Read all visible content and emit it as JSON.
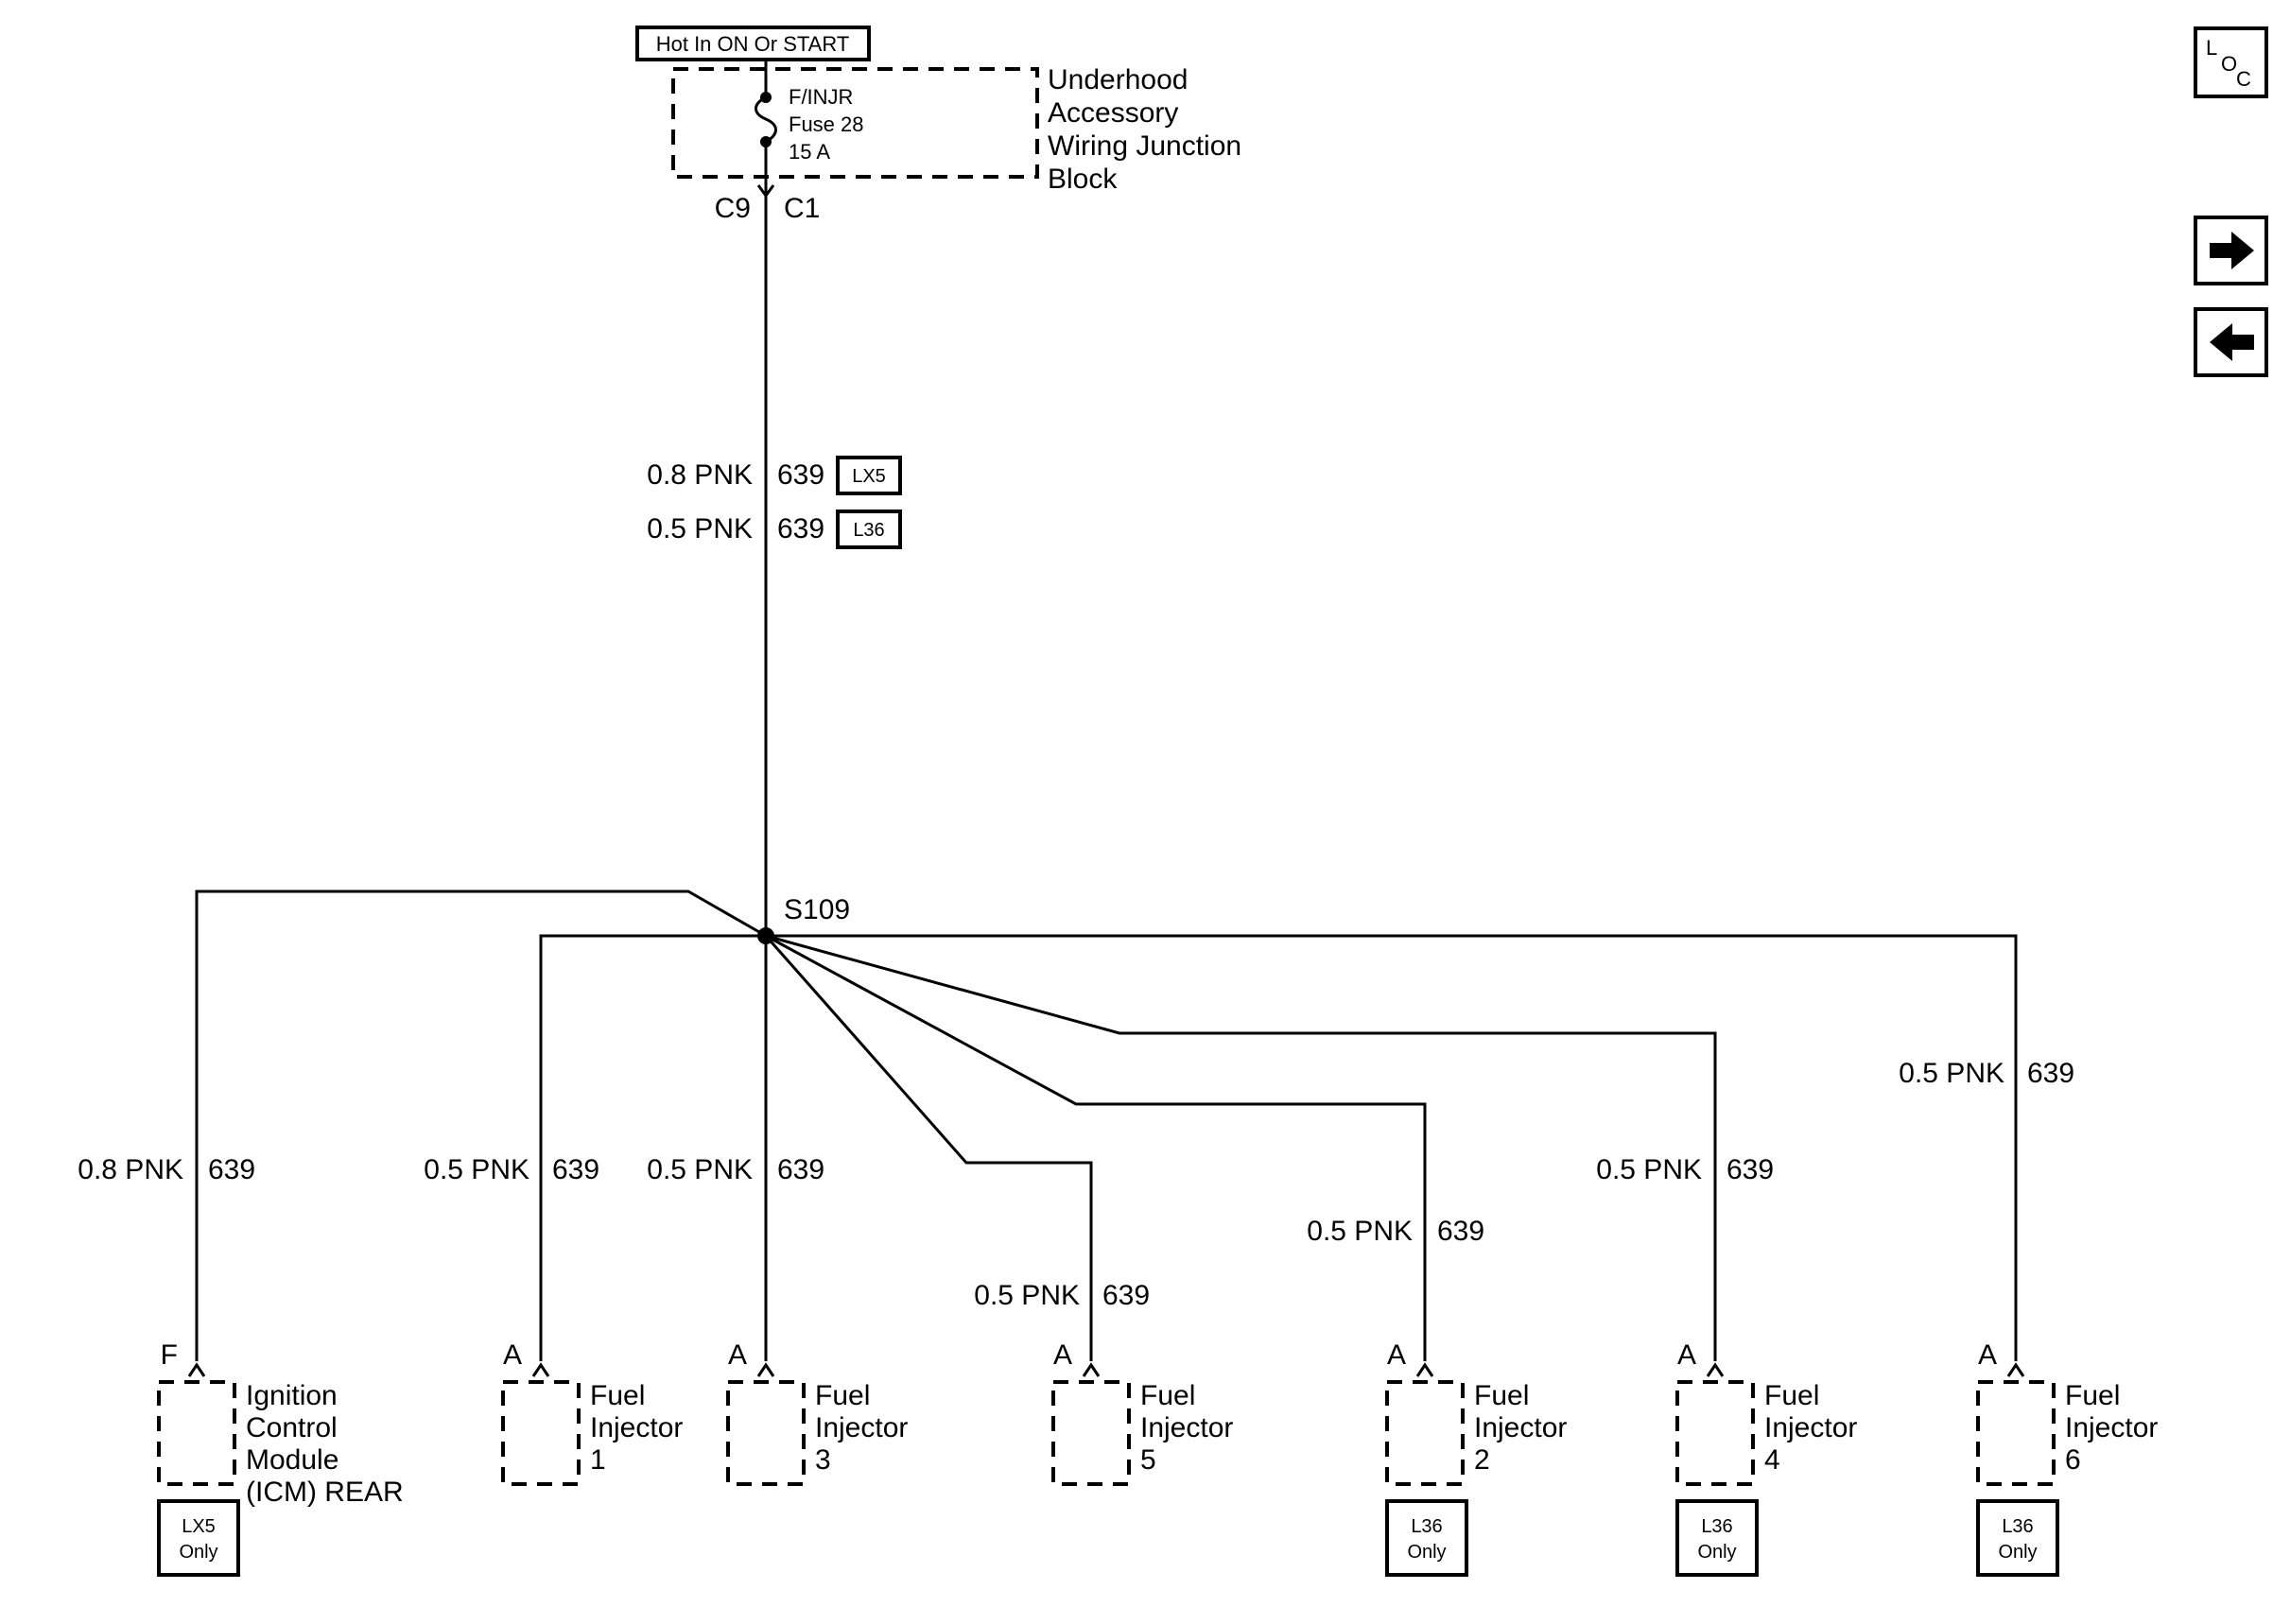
{
  "power": {
    "hot_label": "Hot In ON Or START",
    "fuse_name": "F/INJR",
    "fuse_number": "Fuse 28",
    "fuse_rating": "15 A",
    "block_lines": [
      "Underhood",
      "Accessory",
      "Wiring Junction",
      "Block"
    ],
    "connector_left": "C9",
    "connector_right": "C1"
  },
  "main_wire": [
    {
      "size": "0.8 PNK",
      "circuit": "639",
      "option": "LX5"
    },
    {
      "size": "0.5 PNK",
      "circuit": "639",
      "option": "L36"
    }
  ],
  "splice": "S109",
  "components": [
    {
      "pin": "F",
      "wire_size": "0.8 PNK",
      "circuit": "639",
      "name_lines": [
        "Ignition",
        "Control",
        "Module",
        "(ICM) REAR"
      ],
      "badge": [
        "LX5",
        "Only"
      ]
    },
    {
      "pin": "A",
      "wire_size": "0.5 PNK",
      "circuit": "639",
      "name_lines": [
        "Fuel",
        "Injector",
        "1"
      ],
      "badge": []
    },
    {
      "pin": "A",
      "wire_size": "0.5 PNK",
      "circuit": "639",
      "name_lines": [
        "Fuel",
        "Injector",
        "3"
      ],
      "badge": []
    },
    {
      "pin": "A",
      "wire_size": "0.5 PNK",
      "circuit": "639",
      "name_lines": [
        "Fuel",
        "Injector",
        "5"
      ],
      "badge": []
    },
    {
      "pin": "A",
      "wire_size": "0.5 PNK",
      "circuit": "639",
      "name_lines": [
        "Fuel",
        "Injector",
        "2"
      ],
      "badge": [
        "L36",
        "Only"
      ]
    },
    {
      "pin": "A",
      "wire_size": "0.5 PNK",
      "circuit": "639",
      "name_lines": [
        "Fuel",
        "Injector",
        "4"
      ],
      "badge": [
        "L36",
        "Only"
      ]
    },
    {
      "pin": "A",
      "wire_size": "0.5 PNK",
      "circuit": "639",
      "name_lines": [
        "Fuel",
        "Injector",
        "6"
      ],
      "badge": [
        "L36",
        "Only"
      ]
    }
  ],
  "nav": {
    "loc": [
      "L",
      "O",
      "C"
    ],
    "forward_icon": "arrow-right-icon",
    "back_icon": "arrow-left-icon"
  }
}
